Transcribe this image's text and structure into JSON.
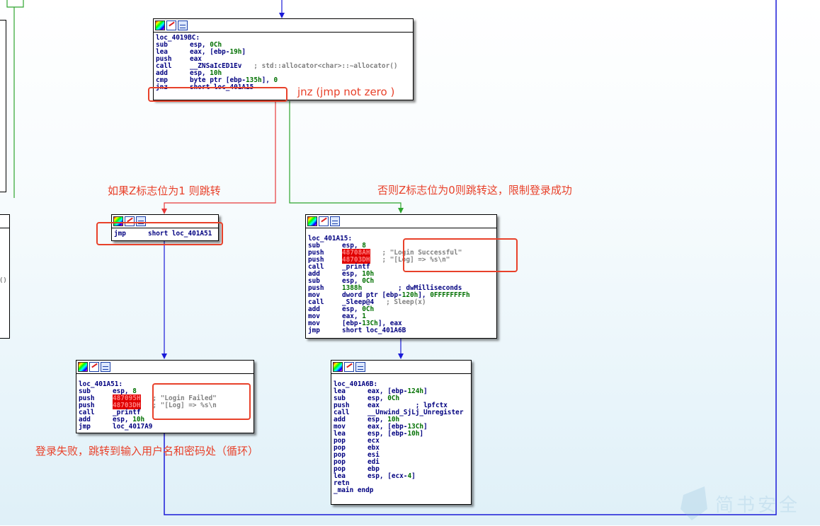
{
  "nodes": {
    "loc_4019BC": {
      "lines": [
        {
          "label": "loc_4019BC:"
        },
        {
          "m": "sub",
          "a": "esp, ",
          "n": "0Ch"
        },
        {
          "m": "lea",
          "a": "eax, [ebp-",
          "n": "19h",
          "a2": "]"
        },
        {
          "m": "push",
          "a": "eax"
        },
        {
          "m": "call",
          "a": "__ZNSaIcED1Ev",
          "c": "; std::allocator<char>::~allocator()"
        },
        {
          "m": "add",
          "a": "esp, ",
          "n": "10h"
        },
        {
          "m": "cmp",
          "a": "byte ptr [ebp-",
          "n": "135h",
          "a2": "], ",
          "n2": "0"
        },
        {
          "m": "jnz",
          "a": "short loc_401A15"
        }
      ]
    },
    "jmp_node": {
      "lines": [
        {
          "m": "jmp",
          "a": "short loc_401A51"
        }
      ]
    },
    "loc_401A15": {
      "lines": [
        {
          "label": "loc_401A15:"
        },
        {
          "m": "sub",
          "a": "esp, ",
          "n": "8"
        },
        {
          "m": "push",
          "h": "48708AH",
          "c": "; \"Login Successful\""
        },
        {
          "m": "push",
          "h": "48703DH",
          "c": "; \"[Log] => %s\\n\""
        },
        {
          "m": "call",
          "a": "_printf"
        },
        {
          "m": "add",
          "a": "esp, ",
          "n": "10h"
        },
        {
          "m": "sub",
          "a": "esp, ",
          "n": "0Ch"
        },
        {
          "m": "push",
          "n": "1388h",
          "c2": "; dwMilliseconds"
        },
        {
          "m": "mov",
          "a": "dword ptr [ebp-",
          "n": "120h",
          "a2": "], ",
          "n2": "0FFFFFFFFh"
        },
        {
          "m": "call",
          "a": "_Sleep@4",
          "c": "; Sleep(x)"
        },
        {
          "m": "add",
          "a": "esp, ",
          "n": "0Ch"
        },
        {
          "m": "mov",
          "a": "eax, ",
          "n": "1"
        },
        {
          "m": "mov",
          "a": "[ebp-",
          "n": "13Ch",
          "a2": "], eax"
        },
        {
          "m": "jmp",
          "a": "short loc_401A6B"
        }
      ]
    },
    "loc_401A51": {
      "lines": [
        {
          "label": "loc_401A51:"
        },
        {
          "m": "sub",
          "a": "esp, ",
          "n": "8"
        },
        {
          "m": "push",
          "h": "487095H",
          "c": "; \"Login Failed\""
        },
        {
          "m": "push",
          "h": "48703DH",
          "c": "; \"[Log] => %s\\n"
        },
        {
          "m": "call",
          "a": "_printf"
        },
        {
          "m": "add",
          "a": "esp, ",
          "n": "10h"
        },
        {
          "m": "jmp",
          "a": "loc_4017A9"
        }
      ]
    },
    "loc_401A6B": {
      "lines": [
        {
          "label": "loc_401A6B:"
        },
        {
          "m": "lea",
          "a": "eax, [ebp-",
          "n": "124h",
          "a2": "]"
        },
        {
          "m": "sub",
          "a": "esp, ",
          "n": "0Ch"
        },
        {
          "m": "push",
          "a": "eax",
          "c2": "; lpfctx"
        },
        {
          "m": "call",
          "a": "__Unwind_SjLj_Unregister"
        },
        {
          "m": "add",
          "a": "esp, ",
          "n": "10h"
        },
        {
          "m": "mov",
          "a": "eax, [ebp-",
          "n": "13Ch",
          "a2": "]"
        },
        {
          "m": "lea",
          "a": "esp, [ebp-",
          "n": "10h",
          "a2": "]"
        },
        {
          "m": "pop",
          "a": "ecx"
        },
        {
          "m": "pop",
          "a": "ebx"
        },
        {
          "m": "pop",
          "a": "esi"
        },
        {
          "m": "pop",
          "a": "edi"
        },
        {
          "m": "pop",
          "a": "ebp"
        },
        {
          "m": "lea",
          "a": "esp, [ecx-",
          "n": "4",
          "a2": "]"
        },
        {
          "m": "retn"
        },
        {
          "label": "_main endp"
        }
      ]
    }
  },
  "annotations": {
    "jnz_note": "jnz (jmp not zero )",
    "z1_jump": "如果Z标志位为1 则跳转",
    "z0_jump": "否则Z标志位为0则跳转这，限制登录成功",
    "fail_note": "登录失败，跳转到输入用户名和密码处（循环）"
  },
  "partial_text": "()",
  "watermark": "简书安全",
  "colors": {
    "true_edge": "#2ea52e",
    "false_edge": "#e83a3a",
    "flow_edge": "#1a1ad8",
    "annotation": "#e8412a",
    "highlight": "#e00000"
  }
}
